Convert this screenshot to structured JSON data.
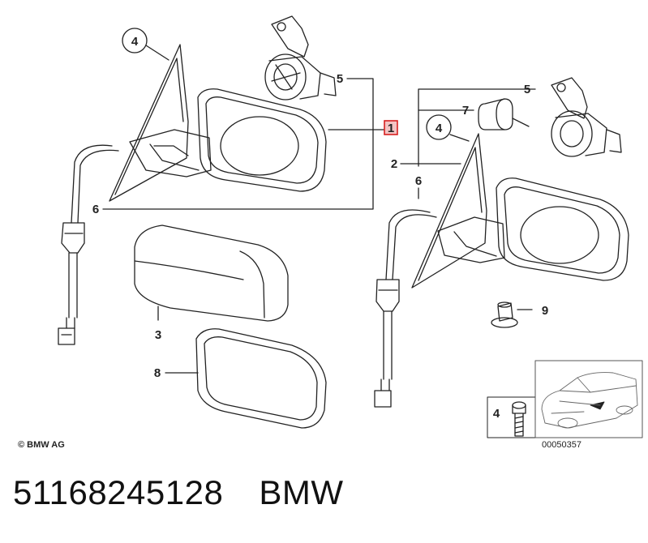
{
  "callouts": {
    "c1": "1",
    "c2": "2",
    "c3": "3",
    "c4_left": "4",
    "c4_right": "4",
    "c4_bolt": "4",
    "c5_left": "5",
    "c5_right": "5",
    "c6_left": "6",
    "c6_right": "6",
    "c7": "7",
    "c8": "8",
    "c9": "9"
  },
  "copyright": "© BMW AG",
  "diagram_code": "00050357",
  "footer": {
    "part_number": "51168245128",
    "brand": "BMW"
  },
  "colors": {
    "highlight": "#d62020",
    "highlight_fill": "#f3c3c3",
    "line": "#222222"
  }
}
